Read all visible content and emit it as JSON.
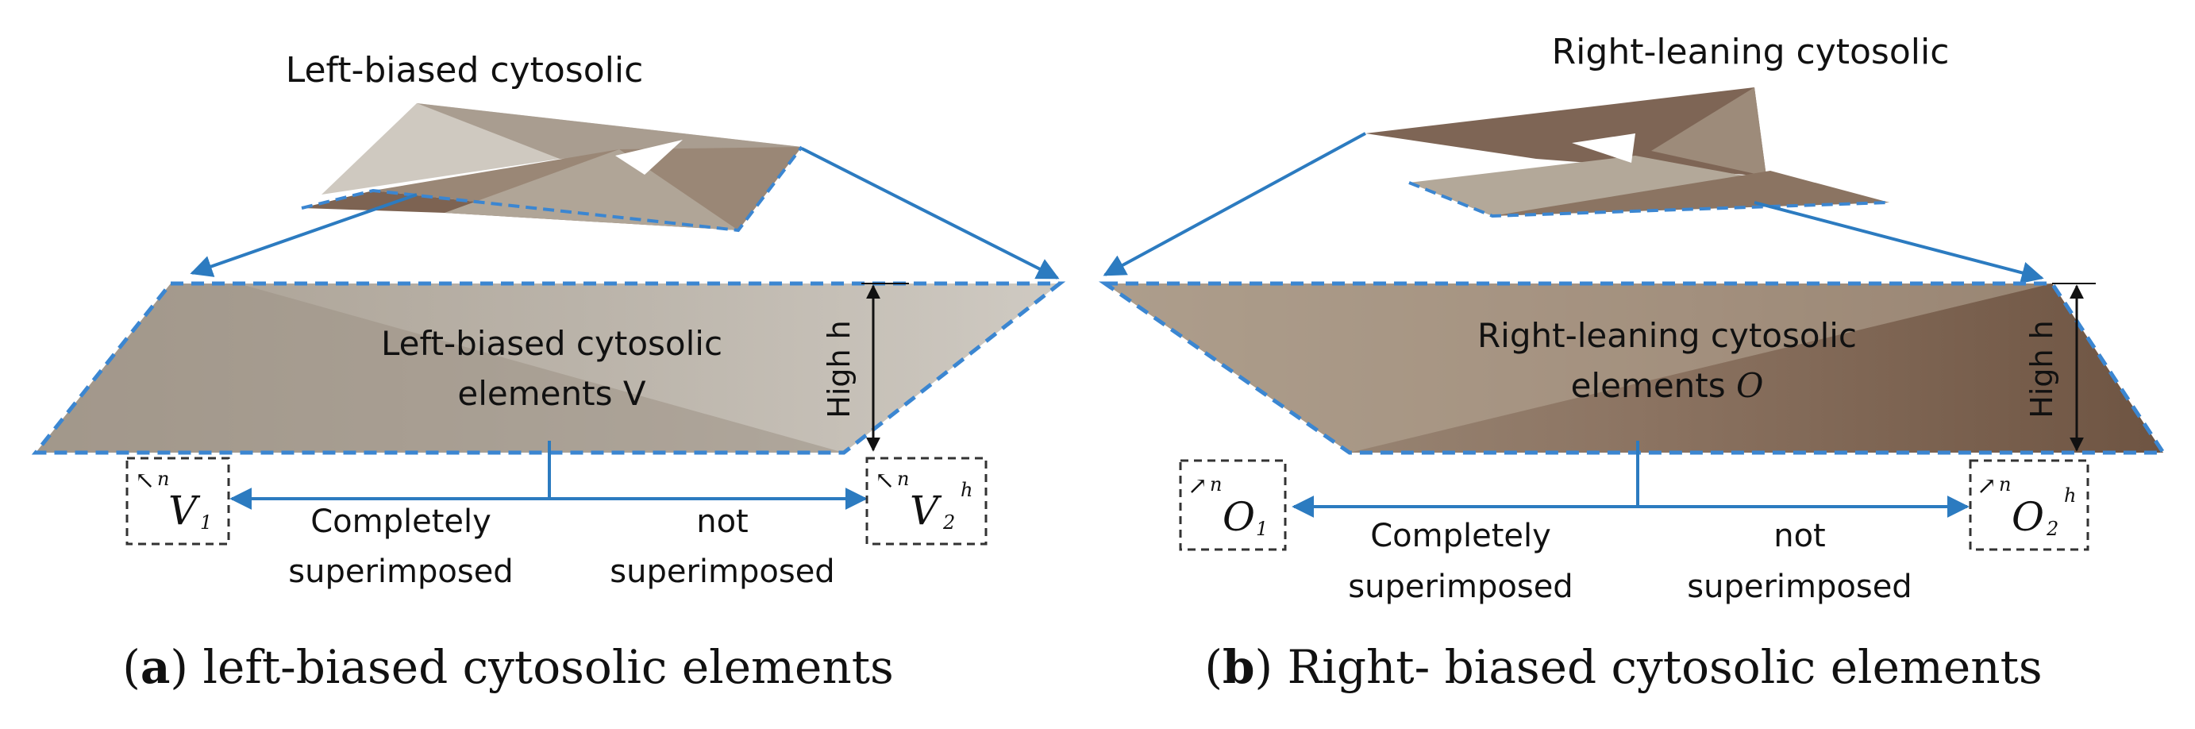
{
  "colors": {
    "arrow": "#2c7bc0",
    "dash": "#3b86d1",
    "stone_light": "#c9c3b8",
    "stone_mid": "#a79c8f",
    "stone_dark": "#7f6553",
    "stone_shadow": "#5d4536",
    "text": "#111111"
  },
  "panel_a": {
    "top_label": "Left-biased cytosolic",
    "center_line1": "Left-biased cytosolic",
    "center_line2": "elements V",
    "height_label": "High h",
    "left_box_prefix": "↖",
    "left_box_sup": "n",
    "left_box_main": "V",
    "left_box_sub": "1",
    "right_box_prefix": "↖",
    "right_box_sup": "n",
    "right_box_main": "V",
    "right_box_sub": "2",
    "right_box_sup2": "h",
    "left_caption_line1": "Completely",
    "left_caption_line2": "superimposed",
    "right_caption_line1": "not",
    "right_caption_line2": "superimposed",
    "caption_letter": "a",
    "caption_text": " left-biased cytosolic elements"
  },
  "panel_b": {
    "top_label": "Right-leaning cytosolic",
    "center_line1": "Right-leaning cytosolic",
    "center_line2_text": "elements ",
    "center_line2_sym": "O",
    "height_label": "High h",
    "left_box_prefix": "↗",
    "left_box_sup": "n",
    "left_box_main": "O",
    "left_box_sub": "1",
    "right_box_prefix": "↗",
    "right_box_sup": "n",
    "right_box_main": "O",
    "right_box_sub": "2",
    "right_box_sup2": "h",
    "left_caption_line1": "Completely",
    "left_caption_line2": "superimposed",
    "right_caption_line1": "not",
    "right_caption_line2": "superimposed",
    "caption_letter": "b",
    "caption_text": " Right- biased cytosolic elements"
  }
}
